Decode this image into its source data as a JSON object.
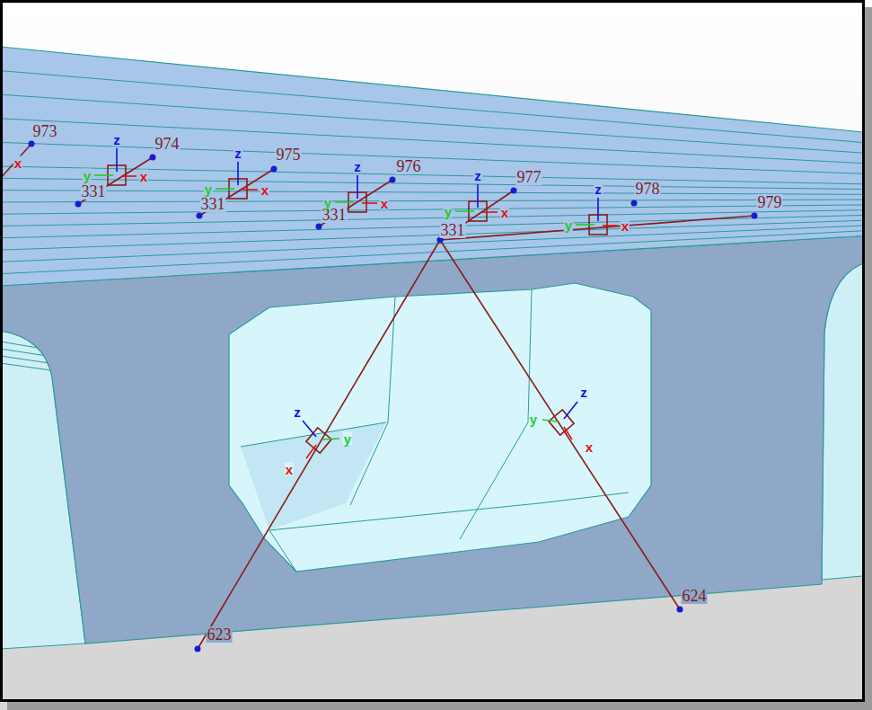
{
  "diagram": {
    "labels": [
      "973",
      "974",
      "975",
      "976",
      "977",
      "978",
      "979",
      "331",
      "331",
      "331",
      "331",
      "623",
      "624",
      "x",
      "z",
      "y",
      "x",
      "z",
      "y",
      "x",
      "z",
      "y",
      "x",
      "z",
      "y",
      "x",
      "z",
      "y",
      "x",
      "z",
      "y",
      "x",
      "z",
      "y",
      "x"
    ]
  }
}
